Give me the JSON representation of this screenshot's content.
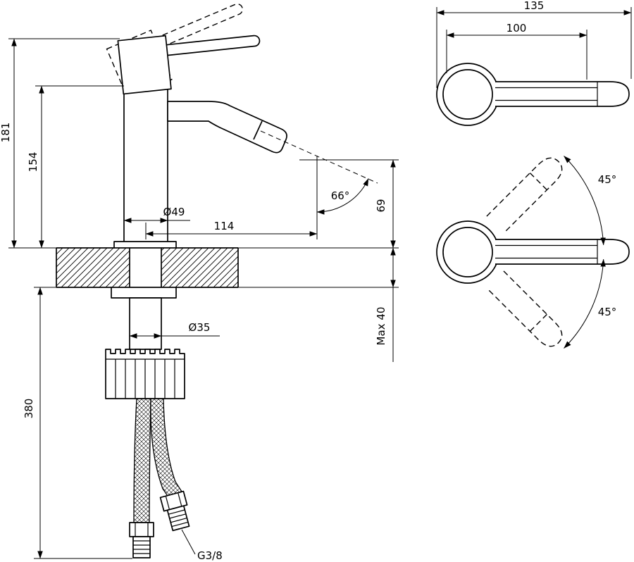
{
  "page": {
    "background": "#ffffff",
    "line_color": "#000000"
  },
  "side_view": {
    "dim_total_height": "181",
    "dim_body_height": "154",
    "dim_base_diameter": "Ø49",
    "dim_spout_reach": "114",
    "dim_spout_angle": "66°",
    "dim_outlet_height": "69",
    "dim_max_deck_thickness": "Max 40",
    "dim_shank_diameter": "Ø35",
    "dim_hose_length": "380",
    "dim_connection_thread": "G3/8"
  },
  "top_view": {
    "dim_overall_length": "135",
    "dim_handle_length": "100",
    "dim_swivel_up": "45°",
    "dim_swivel_down": "45°"
  }
}
